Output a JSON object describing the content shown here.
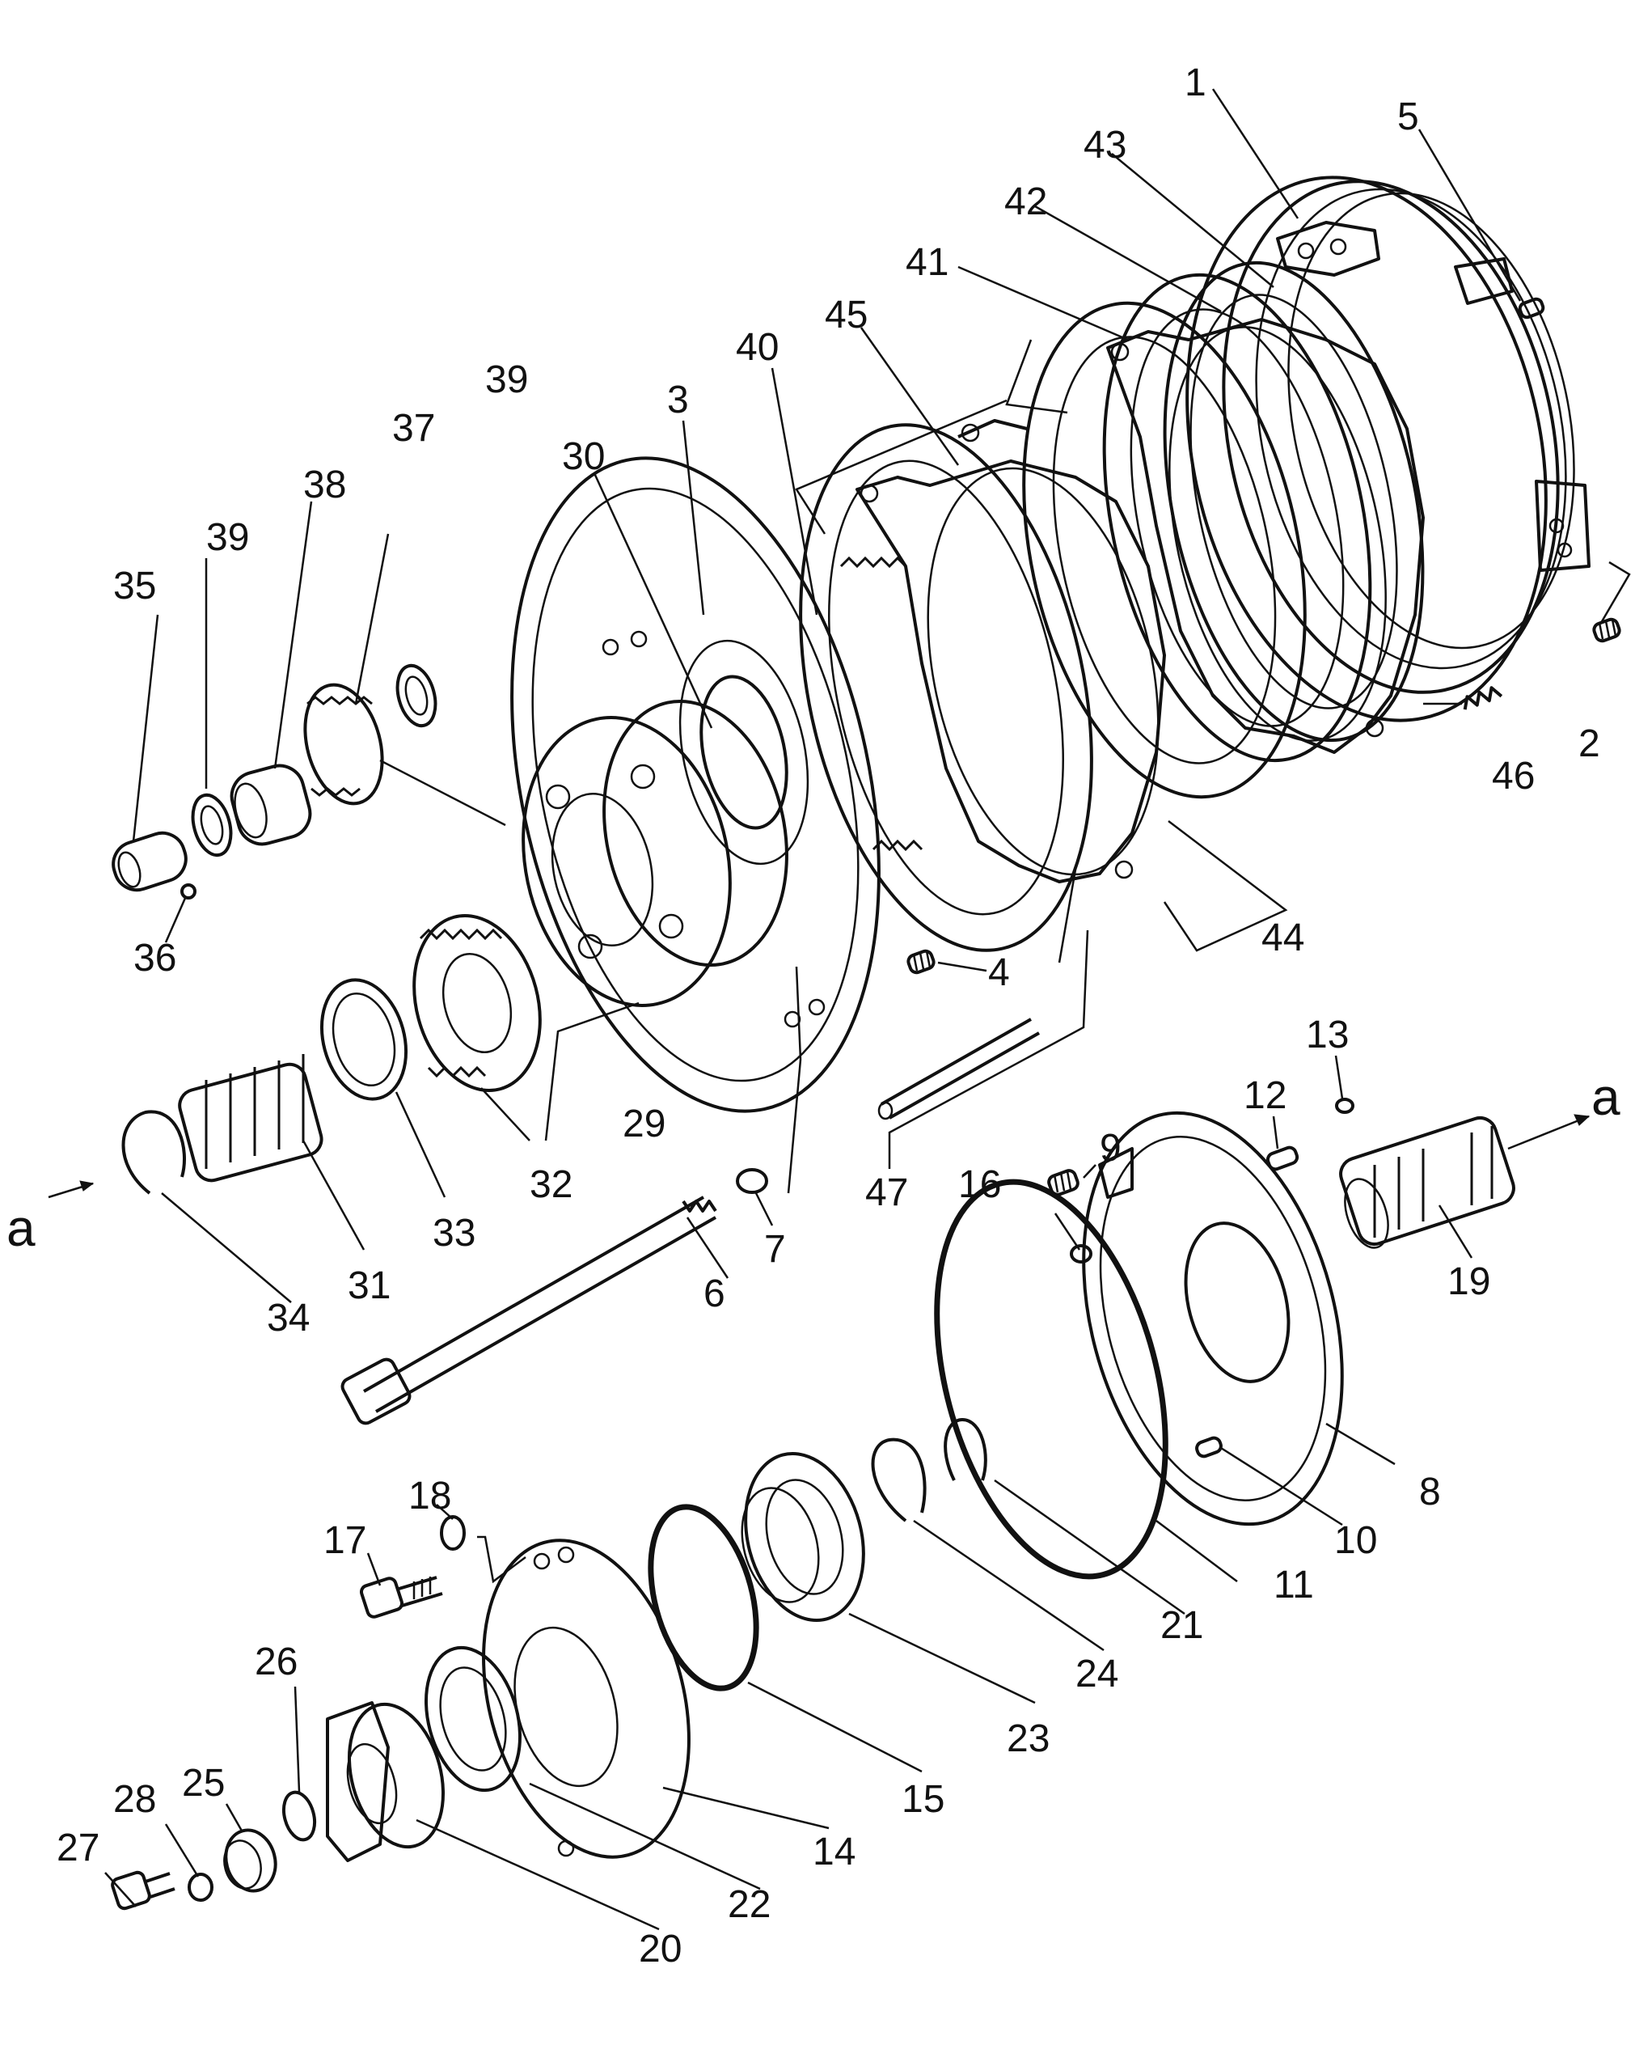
{
  "callouts": {
    "c1": "1",
    "c2": "2",
    "c3": "3",
    "c4": "4",
    "c5": "5",
    "c6": "6",
    "c7": "7",
    "c8": "8",
    "c9": "9",
    "c10": "10",
    "c11": "11",
    "c12": "12",
    "c13": "13",
    "c14": "14",
    "c15": "15",
    "c16": "16",
    "c17": "17",
    "c18": "18",
    "c19": "19",
    "c20": "20",
    "c21": "21",
    "c22": "22",
    "c23": "23",
    "c24": "24",
    "c25": "25",
    "c26": "26",
    "c27": "27",
    "c28": "28",
    "c29": "29",
    "c30": "30",
    "c31": "31",
    "c32": "32",
    "c33": "33",
    "c34": "34",
    "c35": "35",
    "c36": "36",
    "c37": "37",
    "c38": "38",
    "c39a": "39",
    "c39b": "39",
    "c40": "40",
    "c41": "41",
    "c42": "42",
    "c43": "43",
    "c44": "44",
    "c45": "45",
    "c46": "46",
    "c47": "47"
  },
  "shaft_markers": {
    "left": "a",
    "right": "a"
  }
}
